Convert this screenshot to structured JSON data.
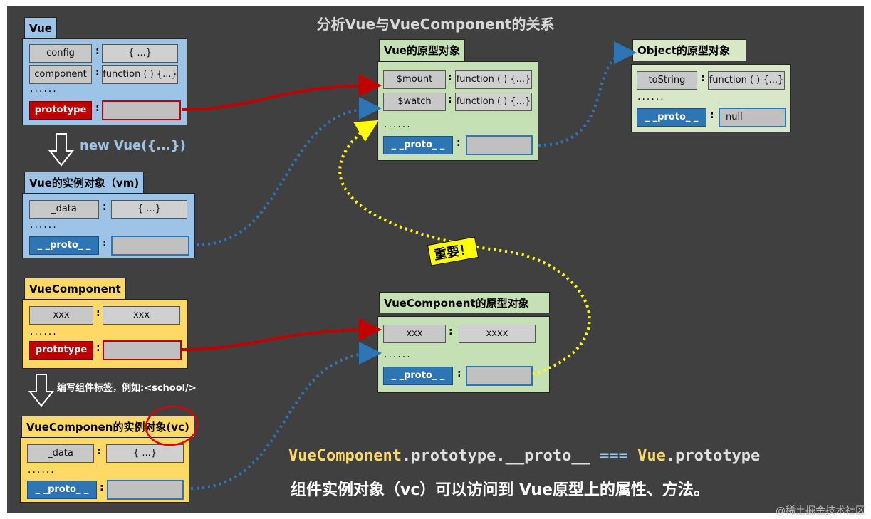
{
  "title": "分析Vue与VueComponent的关系",
  "vue": {
    "tab": "Vue",
    "rows": [
      {
        "key": "config",
        "val": "{ ...}"
      },
      {
        "key": "component",
        "val": "function ( ) {...}"
      }
    ],
    "dots": "......",
    "proto_key": "prototype"
  },
  "new_vue_label": "new Vue({...})",
  "vm": {
    "tab": "Vue的实例对象（vm)",
    "rows": [
      {
        "key": "_data",
        "val": "{ ...}"
      }
    ],
    "dots": "......",
    "proto_key": "_ _proto_ _"
  },
  "vuecomp": {
    "tab": "VueComponent",
    "rows": [
      {
        "key": "xxx",
        "val": "xxx"
      }
    ],
    "dots": "......",
    "proto_key": "prototype"
  },
  "tag_label": "编写组件标签，例如:<school/>",
  "vc": {
    "tab": "VueComponen的实例对象(vc)",
    "rows": [
      {
        "key": "_data",
        "val": "{ ...}"
      }
    ],
    "dots": "......",
    "proto_key": "_ _proto_ _"
  },
  "vue_proto": {
    "tab": "Vue的原型对象",
    "rows": [
      {
        "key": "$mount",
        "val": "function ( ) {...}"
      },
      {
        "key": "$watch",
        "val": "function ( ) {...}"
      }
    ],
    "dots": "......",
    "proto_key": "_ _proto_ _"
  },
  "obj_proto": {
    "tab": "Object的原型对象",
    "rows": [
      {
        "key": "toString",
        "val": "function ( ) {...}"
      }
    ],
    "dots": "......",
    "proto_key": "_ _proto_ _",
    "proto_val": "null"
  },
  "vc_proto": {
    "tab": "VueComponent的原型对象",
    "rows": [
      {
        "key": "xxx",
        "val": "xxxx"
      }
    ],
    "dots": "......",
    "proto_key": "_ _proto_ _"
  },
  "important_label": "重要！",
  "colon": ":",
  "equation": {
    "part1": "VueComponent",
    "part2": ".prototype.__proto__ ",
    "part3": "===",
    "part4": " Vue",
    "part5": ".prototype"
  },
  "conclusion": "组件实例对象（vc）可以访问到 Vue原型上的属性、方法。",
  "watermark": "@稀土掘金技术社区",
  "colors": {
    "background": "#404040",
    "vue_panel": "#9dc3e6",
    "vue_proto_panel": "#c5e0b4",
    "vuecomponent_panel": "#ffd966",
    "prototype_key": "#c00000",
    "proto_key": "#2e75b6",
    "prototype_arrow": "#c00000",
    "proto_arrow": "#2e75b6",
    "important_arrow": "#ffff00"
  }
}
